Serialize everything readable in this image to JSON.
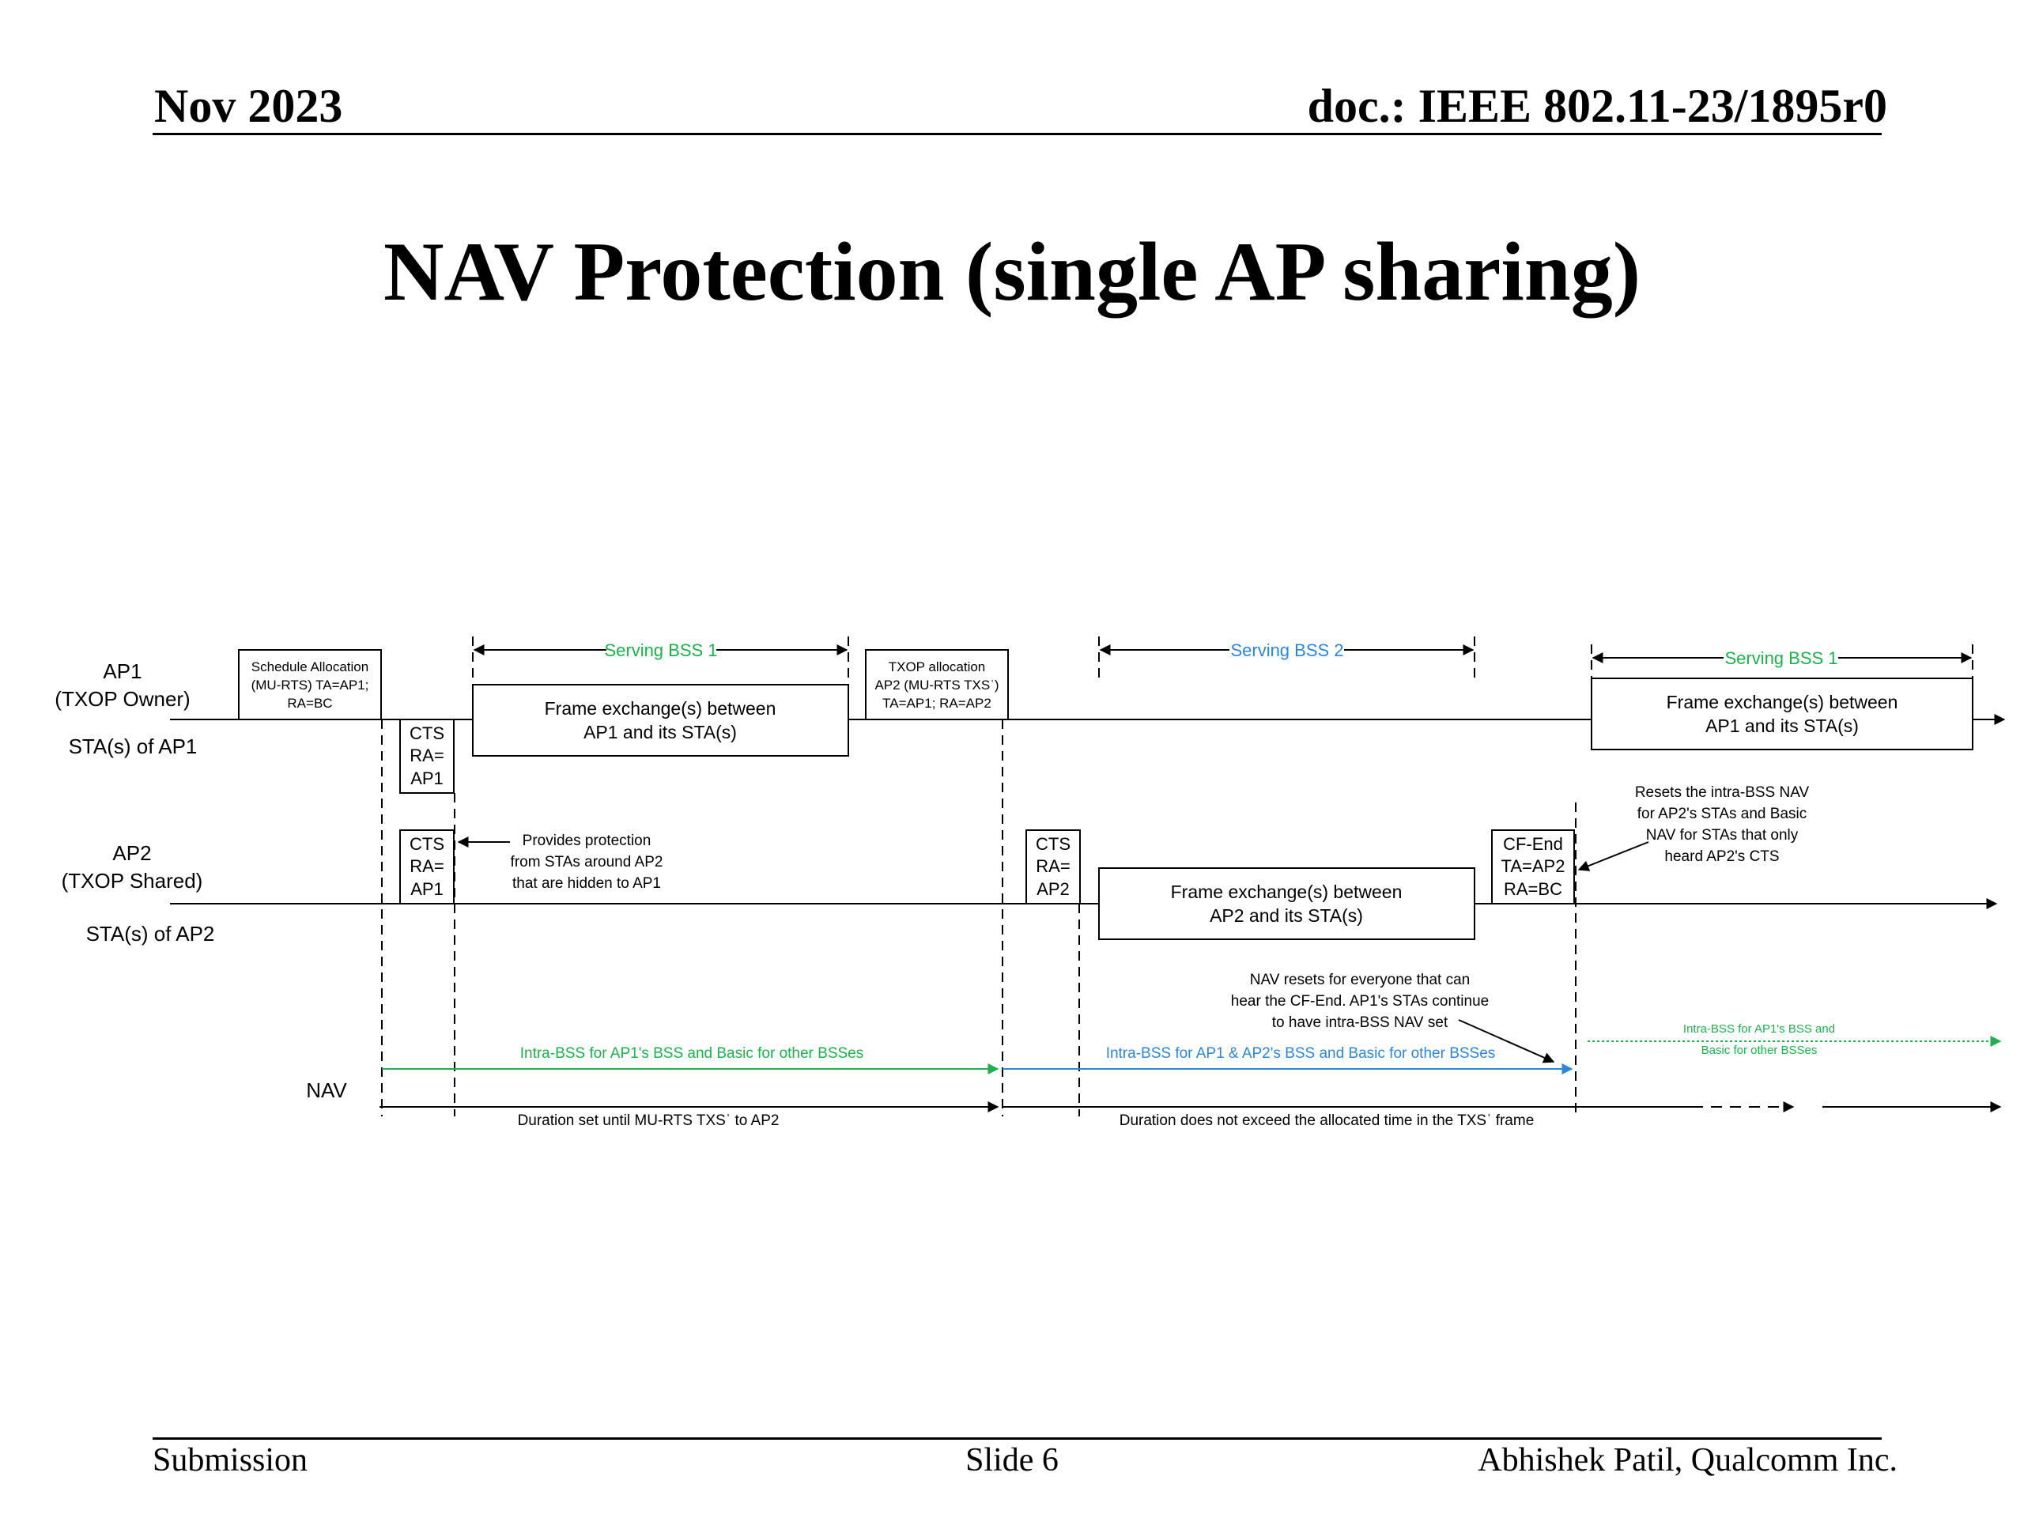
{
  "header": {
    "date": "Nov 2023",
    "doc": "doc.: IEEE 802.11-23/1895r0"
  },
  "title": "NAV Protection (single AP sharing)",
  "footer": {
    "left": "Submission",
    "center": "Slide 6",
    "right": "Abhishek Patil, Qualcomm Inc."
  },
  "diagram": {
    "rows": {
      "ap1": [
        "AP1",
        "(TXOP Owner)"
      ],
      "sta_ap1": "STA(s) of AP1",
      "ap2": [
        "AP2",
        "(TXOP Shared)"
      ],
      "sta_ap2": "STA(s) of AP2",
      "nav": "NAV"
    },
    "frames": {
      "schedule_allocation": [
        "Schedule Allocation",
        "(MU-RTS) TA=AP1;",
        "RA=BC"
      ],
      "cts_ap1_sta": [
        "CTS",
        "RA=",
        "AP1"
      ],
      "cts_ap1_ap2": [
        "CTS",
        "RA=",
        "AP1"
      ],
      "frame_exchange_ap1_first": [
        "Frame exchange(s) between",
        "AP1 and its STA(s)"
      ],
      "txop_allocation": [
        "TXOP allocation",
        "AP2 (MU-RTS TXSˈ)",
        "TA=AP1; RA=AP2"
      ],
      "cts_ap2": [
        "CTS",
        "RA=",
        "AP2"
      ],
      "frame_exchange_ap2": [
        "Frame exchange(s) between",
        "AP2 and its STA(s)"
      ],
      "cf_end": [
        "CF-End",
        "TA=AP2",
        "RA=BC"
      ],
      "frame_exchange_ap1_second": [
        "Frame exchange(s) between",
        "AP1 and its STA(s)"
      ]
    },
    "serving": {
      "bss1_first": "Serving BSS 1",
      "bss2": "Serving BSS 2",
      "bss1_second": "Serving BSS 1"
    },
    "annotations": {
      "protection": [
        "Provides protection",
        "from STAs around AP2",
        "that are hidden to AP1"
      ],
      "resets": [
        "Resets the intra-BSS NAV",
        "for AP2's STAs and Basic",
        "NAV for STAs that only",
        "heard AP2's CTS"
      ],
      "nav_resets": [
        "NAV resets for everyone that can",
        "hear the CF-End. AP1's STAs continue",
        "to have intra-BSS NAV set"
      ]
    },
    "nav_labels": {
      "first": "Intra-BSS for AP1's BSS and Basic for other BSSes",
      "second": "Intra-BSS for AP1 & AP2's BSS and Basic for other BSSes",
      "third": [
        "Intra-BSS for AP1's BSS and",
        "Basic for other BSSes"
      ]
    },
    "duration_labels": {
      "first": "Duration set until MU-RTS TXSˈ to AP2",
      "second": "Duration does not exceed the allocated time in the TXSˈ frame"
    },
    "colors": {
      "green": "#1faf4e",
      "blue": "#2e86d8",
      "black": "#000000"
    }
  }
}
